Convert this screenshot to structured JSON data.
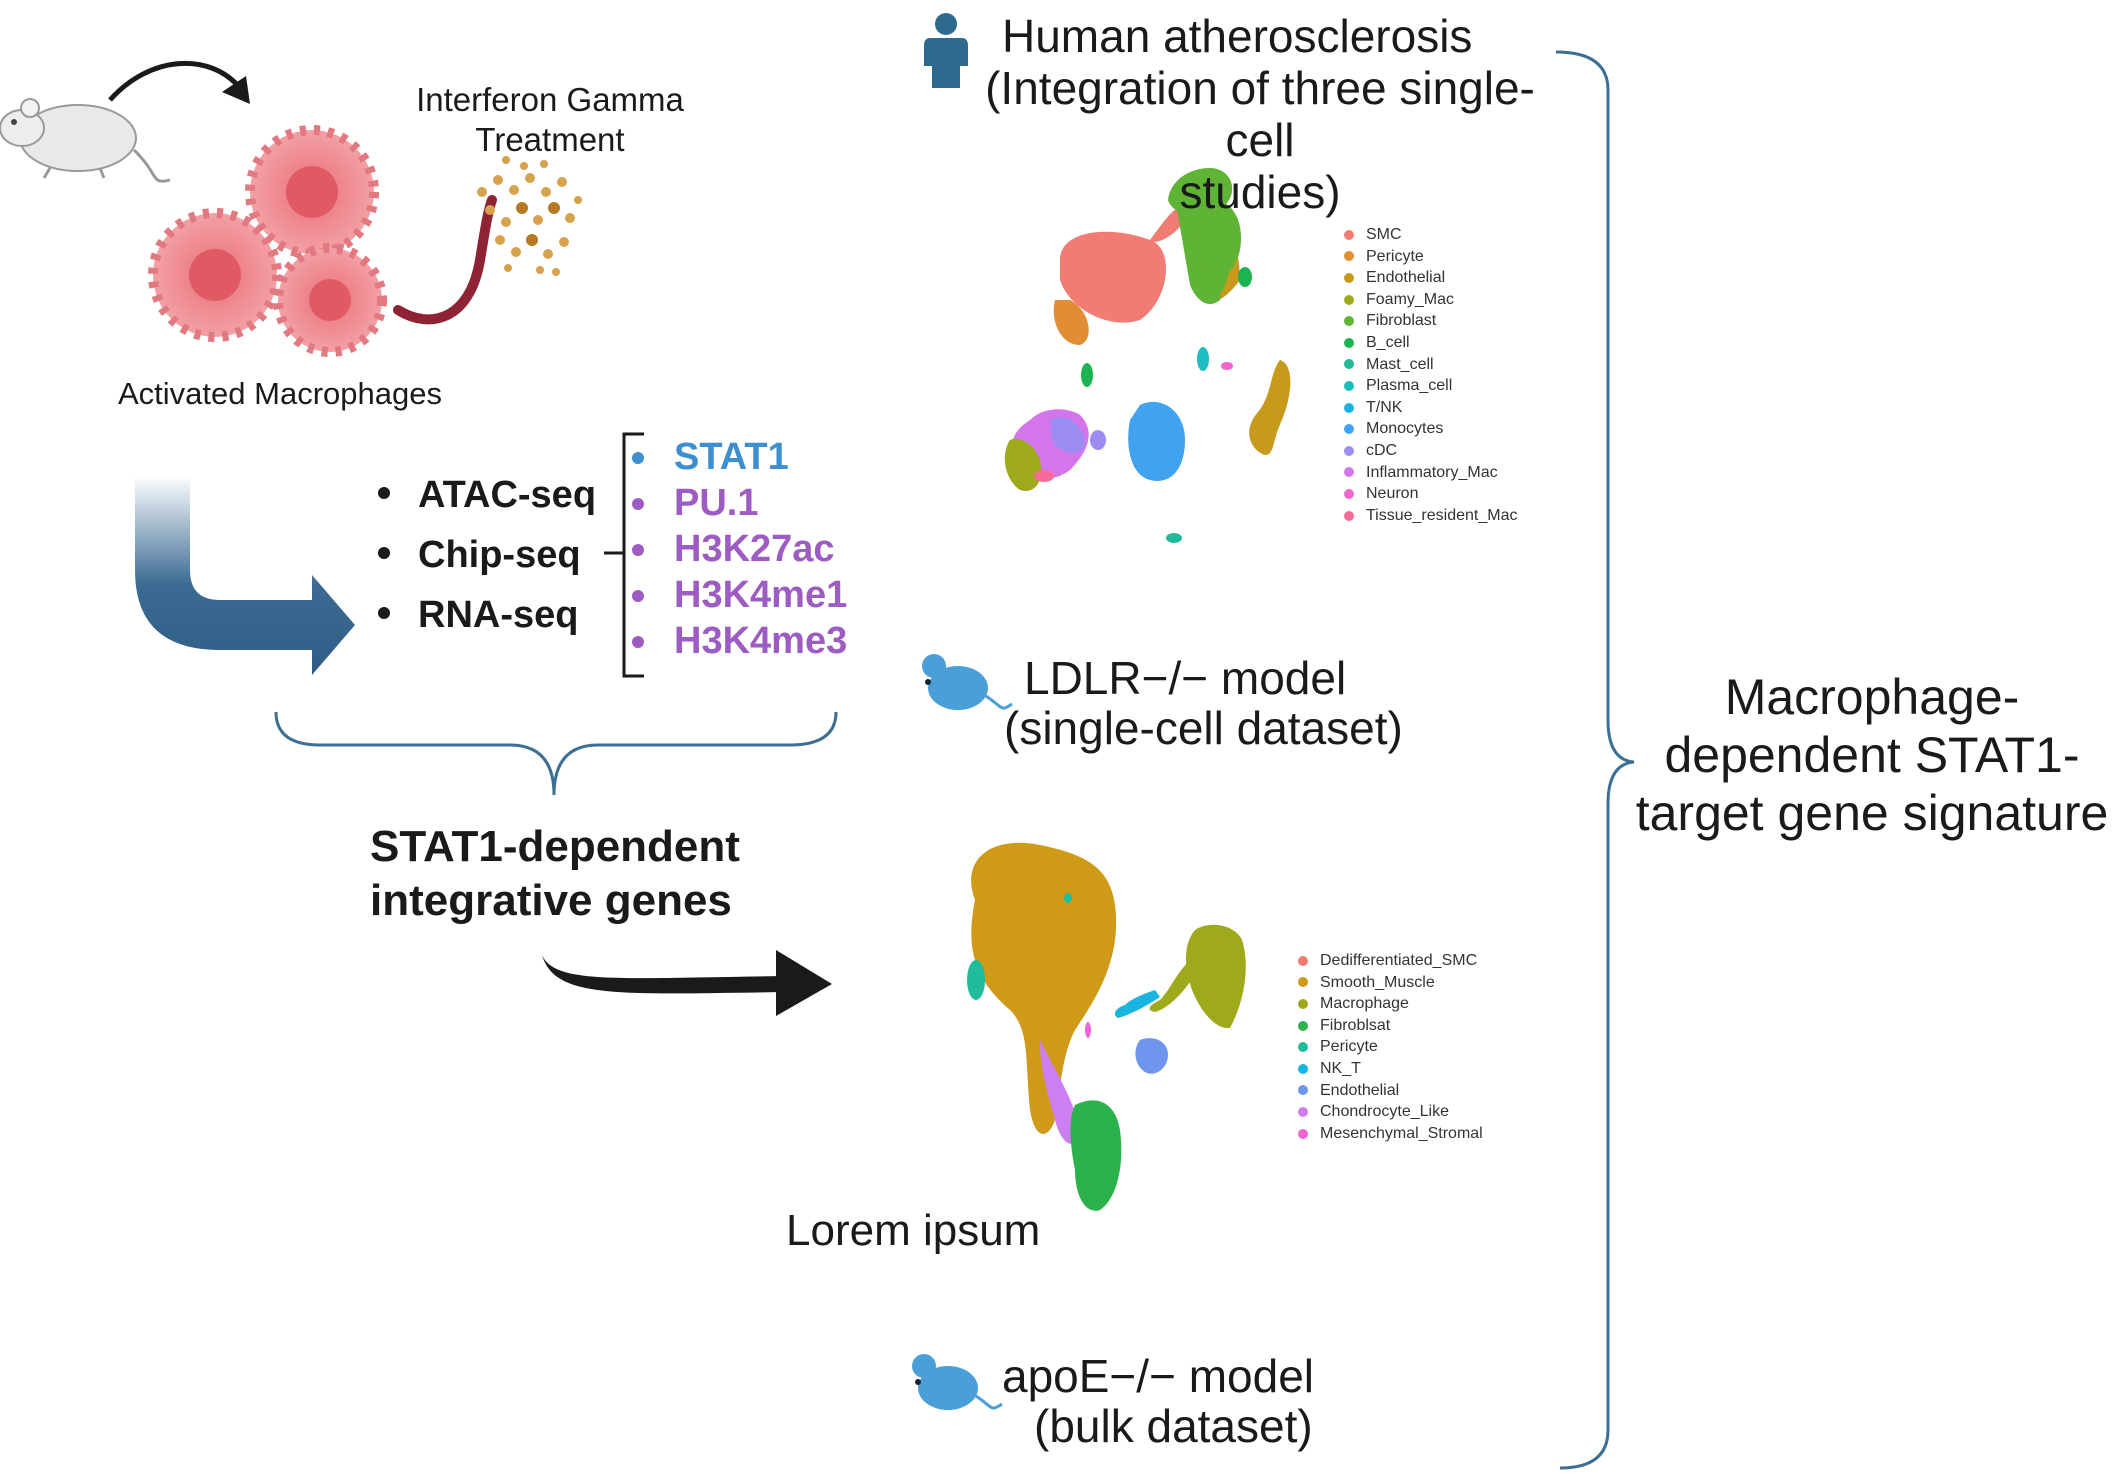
{
  "colors": {
    "arrow_blue": "#3b6a93",
    "mouse_blue": "#4a9fd8",
    "human_blue": "#2d6a8e",
    "stat1_blue": "#3d8fd0",
    "marker_purple": "#9d5cc2",
    "brace_blue": "#3d6f94",
    "cell_pink": "#e8858b",
    "cell_core": "#e05a66",
    "dots_gold": "#d7a24e",
    "tube_red": "#8e2335"
  },
  "icons": {
    "mouse_grey": "grey-mouse-icon",
    "human": "person-icon",
    "mouse_blue": "blue-mouse-icon"
  },
  "top_left": {
    "treatment": "Interferon Gamma\nTreatment",
    "macrophages_label": "Activated Macrophages"
  },
  "assays": [
    "ATAC-seq",
    "Chip-seq",
    "RNA-seq"
  ],
  "markers": [
    {
      "label": "STAT1",
      "color": "#3d8fd0"
    },
    {
      "label": "PU.1",
      "color": "#9d5cc2"
    },
    {
      "label": "H3K27ac",
      "color": "#9d5cc2"
    },
    {
      "label": "H3K4me1",
      "color": "#9d5cc2"
    },
    {
      "label": "H3K4me3",
      "color": "#9d5cc2"
    }
  ],
  "integrative_label": "STAT1-dependent\nintegrative genes",
  "human": {
    "title": "Human atherosclerosis",
    "subtitle": "(Integration of three single-cell\nstudies)"
  },
  "human_legend": [
    {
      "label": "SMC",
      "color": "#f07c74"
    },
    {
      "label": "Pericyte",
      "color": "#e08d33"
    },
    {
      "label": "Endothelial",
      "color": "#c89a1c"
    },
    {
      "label": "Foamy_Mac",
      "color": "#9eaa1c"
    },
    {
      "label": "Fibroblast",
      "color": "#5fb335"
    },
    {
      "label": "B_cell",
      "color": "#1cb453"
    },
    {
      "label": "Mast_cell",
      "color": "#1fba97"
    },
    {
      "label": "Plasma_cell",
      "color": "#1cbcc0"
    },
    {
      "label": "T/NK",
      "color": "#1cb1e3"
    },
    {
      "label": "Monocytes",
      "color": "#41a2f0"
    },
    {
      "label": "cDC",
      "color": "#9b8df2"
    },
    {
      "label": "Inflammatory_Mac",
      "color": "#d575ec"
    },
    {
      "label": "Neuron",
      "color": "#f066cf"
    },
    {
      "label": "Tissue_resident_Mac",
      "color": "#f76a98"
    }
  ],
  "ldlr": {
    "title": "LDLR−/− model",
    "subtitle": "(single-cell dataset)"
  },
  "ldlr_legend": [
    {
      "label": "Dedifferentiated_SMC",
      "color": "#f07c74"
    },
    {
      "label": "Smooth_Muscle",
      "color": "#cf9a17"
    },
    {
      "label": "Macrophage",
      "color": "#9eaa1c"
    },
    {
      "label": "Fibroblsat",
      "color": "#2bb24c"
    },
    {
      "label": "Pericyte",
      "color": "#1fbd9b"
    },
    {
      "label": "NK_T",
      "color": "#1ab4e0"
    },
    {
      "label": "Endothelial",
      "color": "#6e96ef"
    },
    {
      "label": "Chondrocyte_Like",
      "color": "#cc7ff0"
    },
    {
      "label": "Mesenchymal_Stromal",
      "color": "#f065d2"
    }
  ],
  "lorem": "Lorem ipsum",
  "apoe": {
    "title": "apoE−/− model",
    "subtitle": "(bulk dataset)"
  },
  "summary": "Macrophage-\ndependent STAT1-\ntarget gene signature"
}
